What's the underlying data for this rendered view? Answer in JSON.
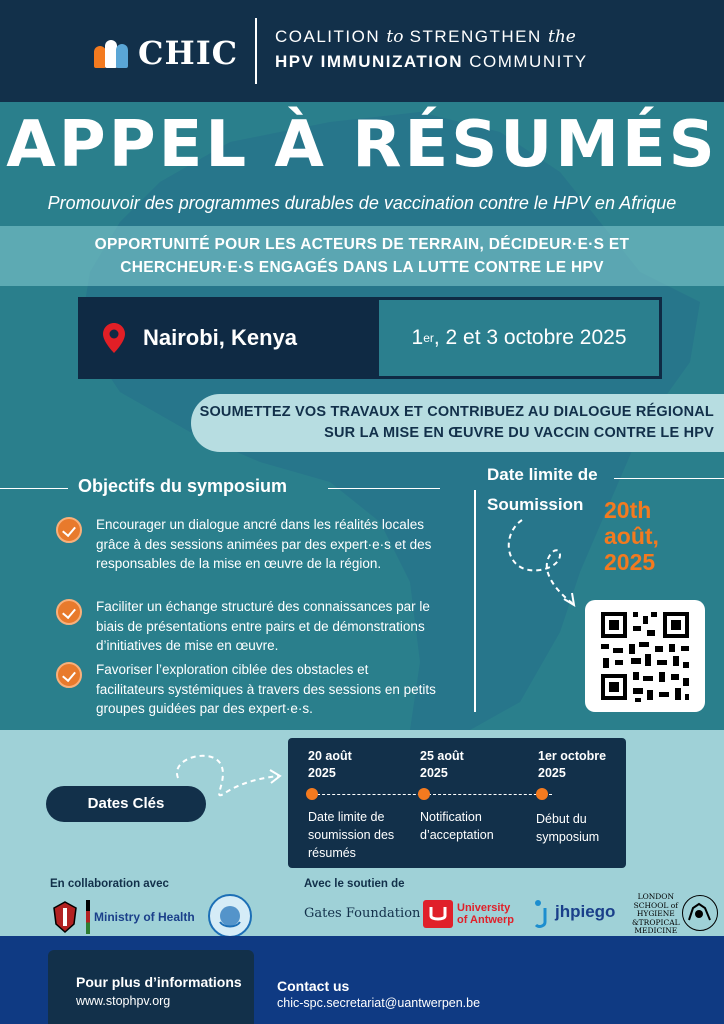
{
  "header": {
    "logo_text": "CHIC",
    "coalition_line1_a": "COALITION ",
    "coalition_line1_to": "to",
    "coalition_line1_b": " STRENGTHEN ",
    "coalition_line1_the": "the",
    "coalition_line2_bold": "HPV IMMUNIZATION",
    "coalition_line2_rest": " COMMUNITY"
  },
  "hero": {
    "title": "APPEL À RÉSUMÉS",
    "subtitle": "Promouvoir des programmes durables de vaccination contre le HPV en Afrique",
    "band_line1": "OPPORTUNITÉ POUR LES ACTEURS DE TERRAIN, DÉCIDEUR·E·S ET",
    "band_line2": "CHERCHEUR·E·S ENGAGÉS DANS LA LUTTE CONTRE LE HPV"
  },
  "event": {
    "location": "Nairobi, Kenya",
    "dates_prefix": "1",
    "dates_sup": "er",
    "dates_rest": ", 2 et 3 octobre 2025"
  },
  "submit": {
    "line1": "SOUMETTEZ VOS TRAVAUX ET CONTRIBUEZ AU DIALOGUE RÉGIONAL",
    "line2": "SUR LA MISE EN ŒUVRE DU VACCIN CONTRE LE HPV"
  },
  "objectives": {
    "title": "Objectifs du symposium",
    "items": [
      "Encourager un dialogue ancré dans les réalités locales grâce à des sessions animées par des expert·e·s et des responsables de la mise en œuvre de la région.",
      "Faciliter un échange structuré des connaissances par le biais de présentations entre pairs et de démonstrations d’initiatives de mise en œuvre.",
      "Favoriser l’exploration ciblée des obstacles et facilitateurs systémiques à travers des sessions en petits groupes guidées par des expert·e·s."
    ]
  },
  "deadline": {
    "label_line1": "Date limite de",
    "label_line2": "Soumission",
    "date_line1": "20th",
    "date_line2": "août,",
    "date_line3": "2025"
  },
  "key_dates": {
    "label": "Dates Clés",
    "items": [
      {
        "date_line1": "20 août",
        "date_line2": "2025",
        "desc": "Date limite de soumission des résumés"
      },
      {
        "date_line1": "25 août",
        "date_line2": "2025",
        "desc": "Notification d’acceptation"
      },
      {
        "date_line1": "1er octobre",
        "date_line2": "2025",
        "desc": "Début du symposium"
      }
    ]
  },
  "partners": {
    "collab_label": "En collaboration avec",
    "ministry": "Ministry of Health",
    "support_label": "Avec le soutien de",
    "gates": "Gates Foundation",
    "uantwerp_line1": "University",
    "uantwerp_line2": "of Antwerp",
    "jhpiego": "jhpiego",
    "lshtm_line1": "LONDON",
    "lshtm_line2": "SCHOOL of",
    "lshtm_line3": "HYGIENE",
    "lshtm_line4": "&TROPICAL",
    "lshtm_line5": "MEDICINE"
  },
  "footer": {
    "info_label": "Pour plus d’informations",
    "info_url": "www.stophpv.org",
    "contact_label": "Contact us",
    "contact_email": "chic-spc.secretariat@uantwerpen.be"
  },
  "colors": {
    "navy": "#12304a",
    "teal": "#2a7f8c",
    "orange": "#f37a1f",
    "light_teal": "#9fd1d7",
    "footer_blue": "#0f3a83"
  }
}
